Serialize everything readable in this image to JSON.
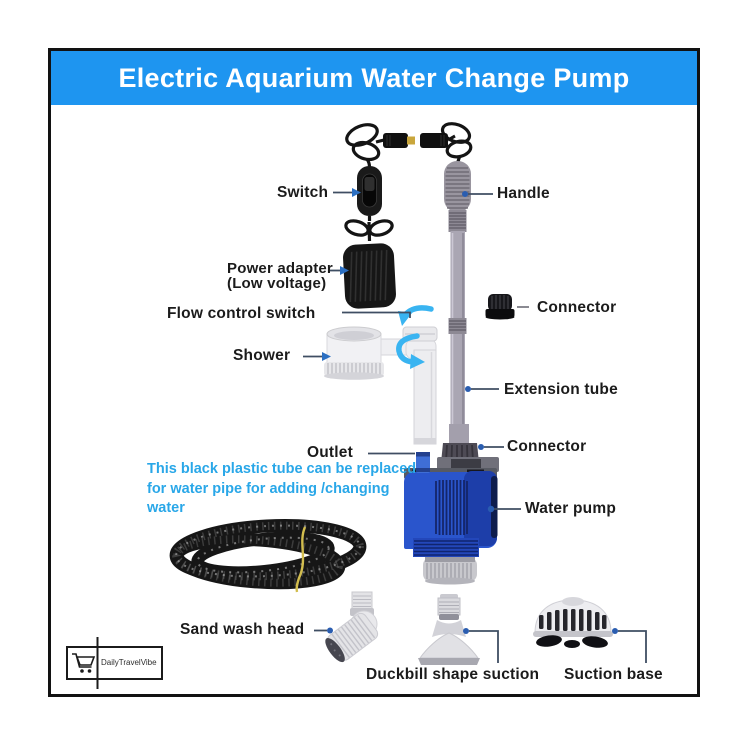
{
  "header": {
    "title": "Electric Aquarium Water Change Pump"
  },
  "diagram": {
    "labels": {
      "switch": "Switch",
      "handle": "Handle",
      "power_adapter_1": "Power adapter",
      "power_adapter_2": "(Low voltage)",
      "flow_control_switch": "Flow control switch",
      "shower": "Shower",
      "connector_top": "Connector",
      "extension_tube": "Extension tube",
      "outlet": "Outlet",
      "connector_mid": "Connector",
      "water_pump": "Water pump",
      "sand_wash_head": "Sand wash head",
      "duckbill_suction": "Duckbill shape suction",
      "suction_base": "Suction base"
    },
    "note": {
      "line1": "This black plastic tube can be replaced",
      "line2": "for water pipe for adding /changing",
      "line3": "water"
    }
  },
  "brand": {
    "name": "DailyTravelVibe",
    "icon": "shopping-cart-icon"
  },
  "colors": {
    "banner_blue": "#1E95F0",
    "note_text_blue": "#29A7E8",
    "pump_blue": "#2A55CC",
    "rotation_arrow_cyan": "#39B4F1",
    "leader_line": "#3F4E63",
    "leader_dot": "#2A5DB0"
  }
}
